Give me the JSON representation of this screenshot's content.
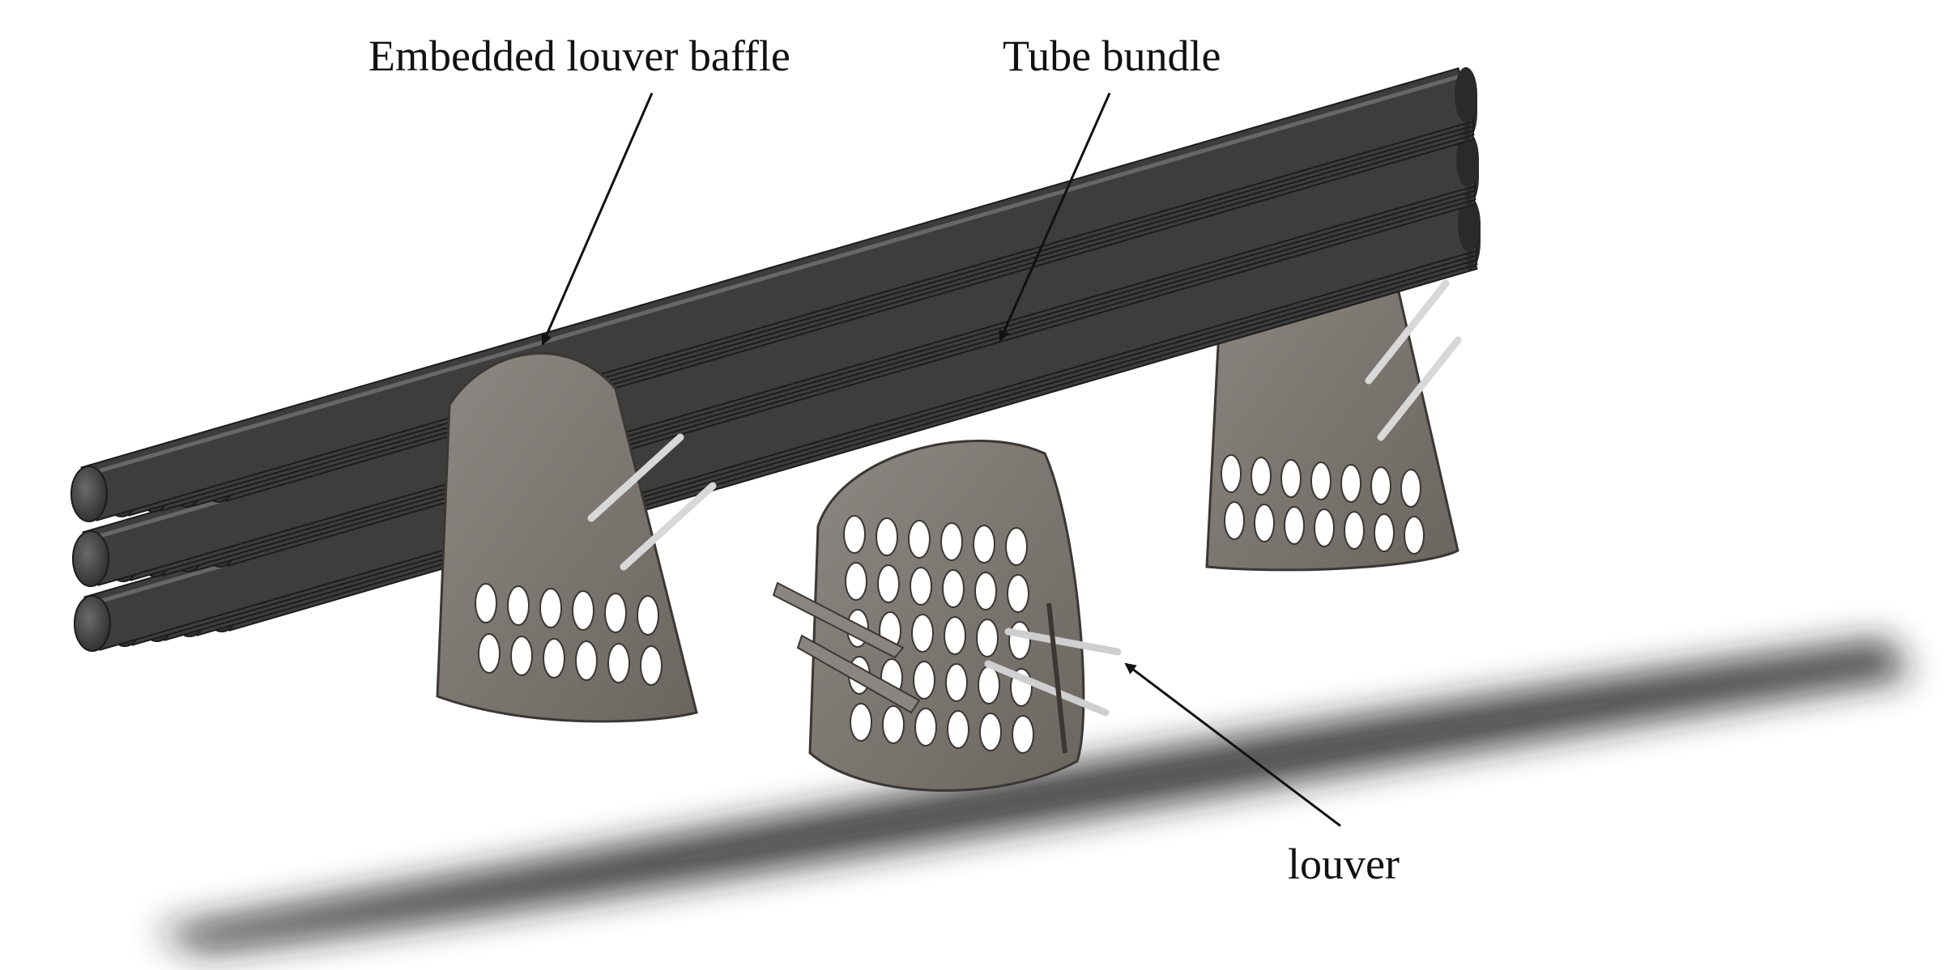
{
  "labels": {
    "baffle": "Embedded louver baffle",
    "bundle": "Tube bundle",
    "louver": "louver"
  },
  "colors": {
    "tube": "#3d3d3d",
    "tube_highlight": "#8a8a8a",
    "tube_shadow": "#1c1c1c",
    "baffle": "#7d7873",
    "baffle_edge": "#3a3734",
    "hole": "#ffffff",
    "floor_shadow": "#1a1a1a",
    "line": "#111111"
  }
}
